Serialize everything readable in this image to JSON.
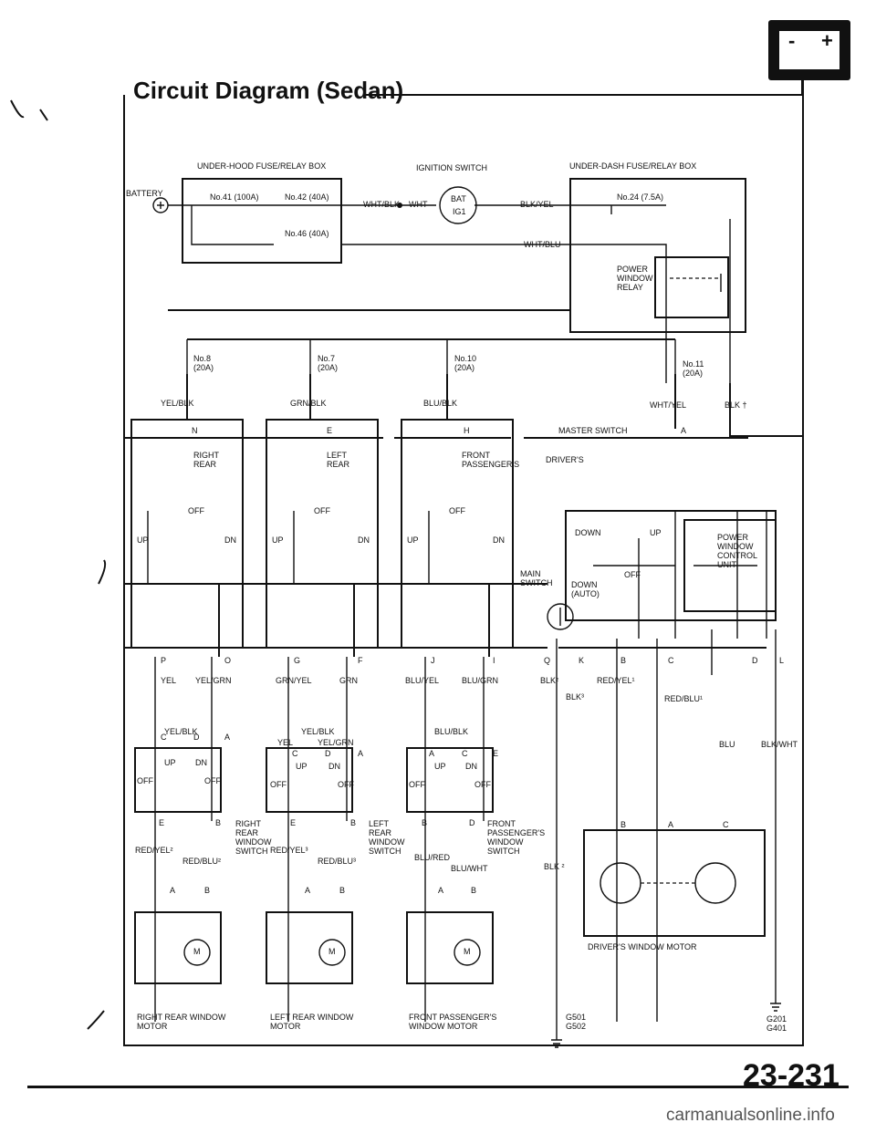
{
  "header": {
    "title": "Circuit Diagram (Sedan)",
    "battery_icon_minus": "-",
    "battery_icon_plus": "+"
  },
  "footer": {
    "page_number": "23-231",
    "watermark": "carmanualsonline.info"
  },
  "power": {
    "battery": "BATTERY",
    "underhood_box": "UNDER-HOOD FUSE/RELAY BOX",
    "fuse_41": "No.41 (100A)",
    "fuse_42": "No.42 (40A)",
    "fuse_46": "No.46 (40A)",
    "ignition_switch": "IGNITION SWITCH",
    "bat": "BAT",
    "ig1": "IG1",
    "wire_wht_blk": "WHT/BLK",
    "wire_wht": "WHT",
    "wire_blk_yel": "BLK/YEL",
    "wire_wht_blu": "WHT/BLU",
    "underdash_box": "UNDER-DASH FUSE/RELAY BOX",
    "fuse_24": "No.24 (7.5A)",
    "relay": "POWER WINDOW RELAY"
  },
  "fuses": [
    {
      "label": "No.8",
      "rating": "(20A)",
      "wire": "YEL/BLK"
    },
    {
      "label": "No.7",
      "rating": "(20A)",
      "wire": "GRN/BLK"
    },
    {
      "label": "No.10",
      "rating": "(20A)",
      "wire": "BLU/BLK"
    },
    {
      "label": "No.11",
      "rating": "(20A)",
      "wire": "WHT/YEL"
    }
  ],
  "master_switch": {
    "name": "MASTER SWITCH",
    "drivers": "DRIVER'S",
    "main_switch": "MAIN SWITCH",
    "down": "DOWN",
    "up": "UP",
    "off": "OFF",
    "down_auto": "DOWN (AUTO)",
    "control_unit": "POWER WINDOW CONTROL UNIT",
    "blk_dagger": "BLK †",
    "terminal_a": "A",
    "bottom_terminals": [
      "Q",
      "K",
      "B",
      "C",
      "D",
      "L"
    ],
    "wires": [
      "BLK²",
      "BLK³",
      "RED/YEL¹",
      "RED/BLU¹",
      "BLU",
      "BLK/WHT"
    ]
  },
  "sections": [
    {
      "top_terminal": "N",
      "name": "RIGHT REAR",
      "off": "OFF",
      "up": "UP",
      "dn": "DN",
      "bottom_terminals": [
        "P",
        "O"
      ],
      "wires": [
        "YEL",
        "YEL/GRN"
      ]
    },
    {
      "top_terminal": "E",
      "name": "LEFT REAR",
      "off": "OFF",
      "up": "UP",
      "dn": "DN",
      "bottom_terminals": [
        "G",
        "F"
      ],
      "wires": [
        "GRN/YEL",
        "GRN"
      ]
    },
    {
      "top_terminal": "H",
      "name": "FRONT PASSENGER'S",
      "off": "OFF",
      "up": "UP",
      "dn": "DN",
      "bottom_terminals": [
        "J",
        "I"
      ],
      "wires": [
        "BLU/YEL",
        "BLU/GRN"
      ]
    }
  ],
  "window_switches": [
    {
      "feed": "YEL/BLK",
      "extra": [
        "",
        ""
      ],
      "terminals": [
        "C",
        "D",
        "A"
      ],
      "low_terminals": [
        "E",
        "B"
      ],
      "name": "RIGHT REAR WINDOW SWITCH",
      "up": "UP",
      "dn": "DN",
      "off": "OFF",
      "wire_a": "RED/YEL²",
      "wire_b": "RED/BLU²"
    },
    {
      "feed": "YEL/BLK",
      "extra": [
        "YEL",
        "YEL/GRN"
      ],
      "terminals": [
        "C",
        "D",
        "A"
      ],
      "low_terminals": [
        "E",
        "B"
      ],
      "name": "LEFT REAR WINDOW SWITCH",
      "up": "UP",
      "dn": "DN",
      "off": "OFF",
      "wire_a": "RED/YEL³",
      "wire_b": "RED/BLU³"
    },
    {
      "feed": "BLU/BLK",
      "extra": [
        "",
        ""
      ],
      "terminals": [
        "A",
        "C",
        "E"
      ],
      "low_terminals": [
        "B",
        "D"
      ],
      "name": "FRONT PASSENGER'S WINDOW SWITCH",
      "up": "UP",
      "dn": "DN",
      "off": "OFF",
      "wire_a": "BLU/RED",
      "wire_b": "BLU/WHT"
    }
  ],
  "motors": [
    {
      "name": "RIGHT REAR WINDOW MOTOR",
      "a": "A",
      "b": "B",
      "m": "M"
    },
    {
      "name": "LEFT REAR WINDOW MOTOR",
      "a": "A",
      "b": "B",
      "m": "M"
    },
    {
      "name": "FRONT PASSENGER'S WINDOW MOTOR",
      "a": "A",
      "b": "B",
      "m": "M"
    }
  ],
  "driver_motor": {
    "name": "DRIVER'S WINDOW MOTOR",
    "b": "B",
    "a": "A",
    "c": "C",
    "blank": "",
    "blk": "BLK ²"
  },
  "grounds": {
    "left": "G501 G502",
    "right": "G201 G401"
  }
}
